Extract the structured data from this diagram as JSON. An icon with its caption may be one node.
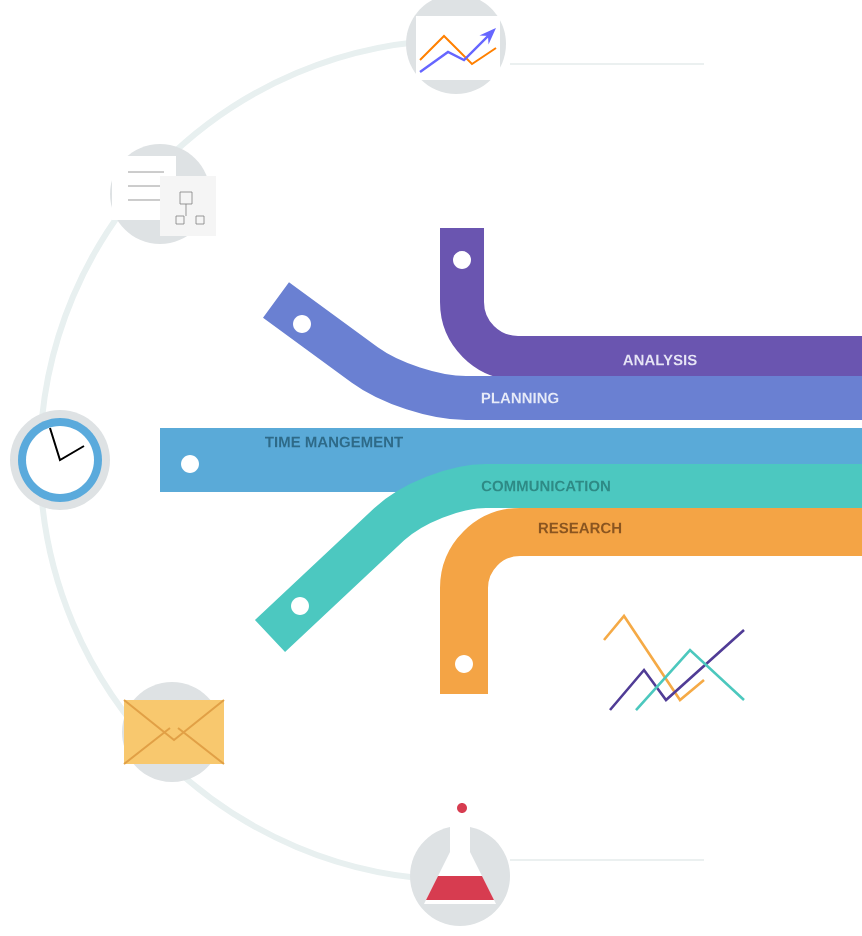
{
  "diagram": {
    "nodes": [
      {
        "text": [
          "ANALYSIS"
        ]
      },
      {
        "text": [
          "PLANNING"
        ]
      },
      {
        "text": [
          "TIME MANGEMENT"
        ]
      },
      {
        "text": [
          "COMMUNICATION"
        ]
      },
      {
        "text": [
          "RESEARCH"
        ]
      }
    ]
  }
}
